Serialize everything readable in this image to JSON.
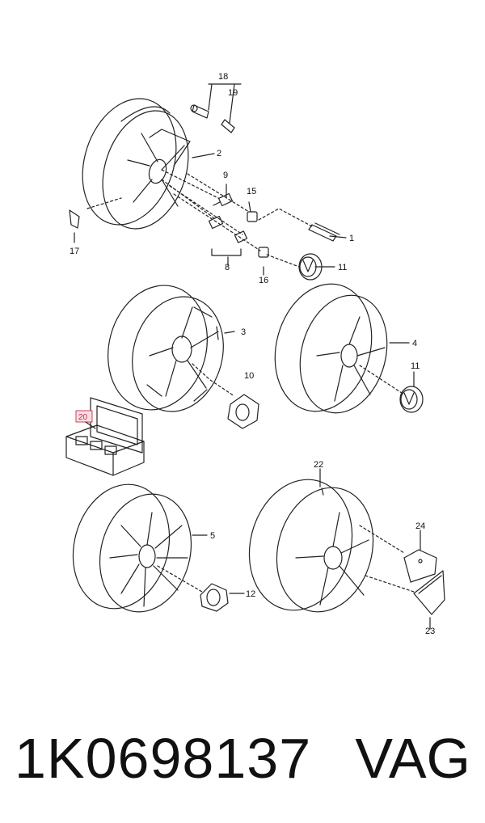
{
  "callouts": {
    "c1": "1",
    "c2": "2",
    "c3": "3",
    "c4": "4",
    "c5": "5",
    "c8": "8",
    "c9": "9",
    "c10": "10",
    "c11a": "11",
    "c11b": "11",
    "c12": "12",
    "c15": "15",
    "c16": "16",
    "c17": "17",
    "c18": "18",
    "c19": "19",
    "c20": "20",
    "c22": "22",
    "c23": "23",
    "c24": "24"
  },
  "footer": {
    "part_number": "1K0698137",
    "brand": "VAG"
  },
  "colors": {
    "line": "#222222",
    "highlight": "#d04060"
  }
}
